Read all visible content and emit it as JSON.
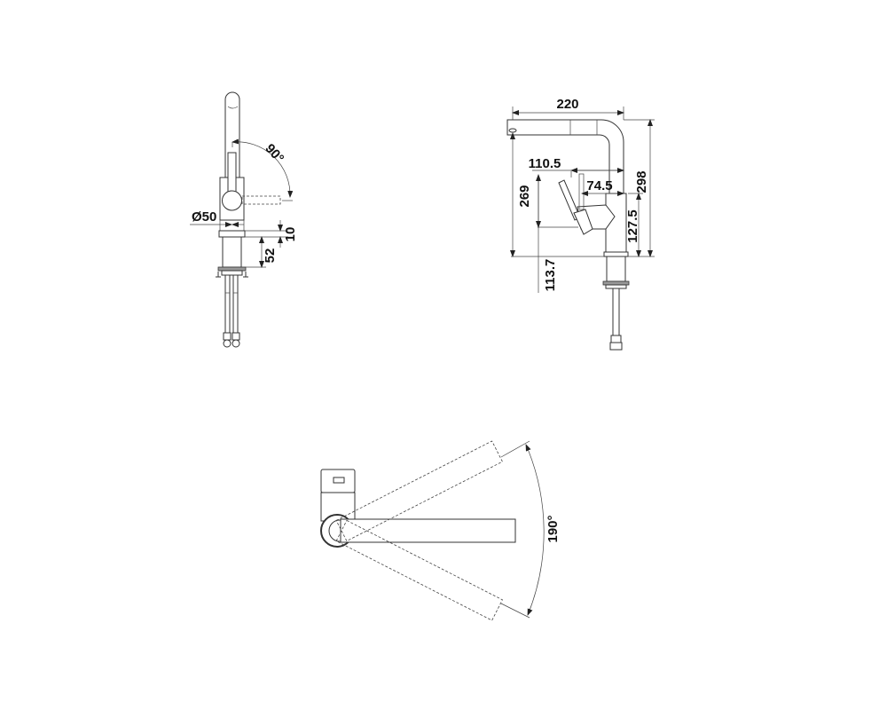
{
  "drawing": {
    "views": {
      "side_view": {
        "dimensions": {
          "lever_angle": "90°",
          "body_diameter": "Ø50",
          "flange_height": "10",
          "shank_length": "52"
        }
      },
      "front_view": {
        "dimensions": {
          "spout_reach": "220",
          "lever_offset": "110.5",
          "lever_to_body": "74.5",
          "spout_outlet_height": "269",
          "total_height": "298",
          "lever_axis_height": "127.5",
          "below_deck": "113.7"
        }
      },
      "top_view": {
        "dimensions": {
          "swivel_angle": "190°"
        }
      }
    }
  }
}
